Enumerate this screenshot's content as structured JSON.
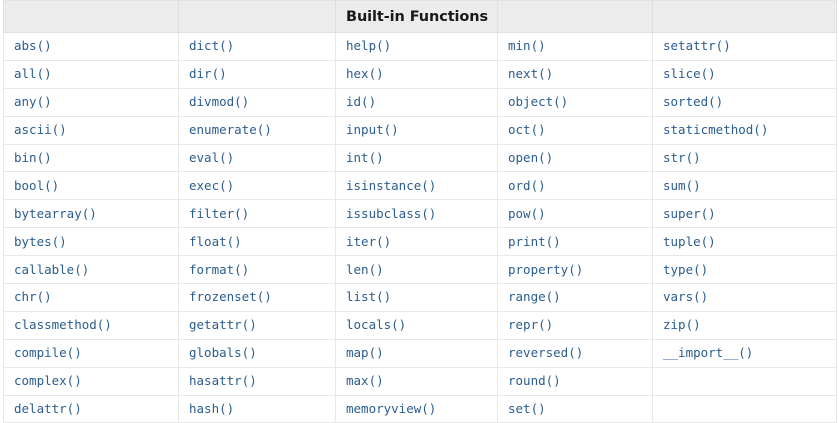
{
  "table": {
    "header": {
      "title": "Built-in Functions",
      "title_column_index": 2,
      "columns": [
        "",
        "",
        "Built-in Functions",
        "",
        ""
      ]
    },
    "link_color": "#2a5d8f",
    "header_background": "#ececec",
    "border_color": "#e8e8e8",
    "rows": [
      [
        "abs()",
        "dict()",
        "help()",
        "min()",
        "setattr()"
      ],
      [
        "all()",
        "dir()",
        "hex()",
        "next()",
        "slice()"
      ],
      [
        "any()",
        "divmod()",
        "id()",
        "object()",
        "sorted()"
      ],
      [
        "ascii()",
        "enumerate()",
        "input()",
        "oct()",
        "staticmethod()"
      ],
      [
        "bin()",
        "eval()",
        "int()",
        "open()",
        "str()"
      ],
      [
        "bool()",
        "exec()",
        "isinstance()",
        "ord()",
        "sum()"
      ],
      [
        "bytearray()",
        "filter()",
        "issubclass()",
        "pow()",
        "super()"
      ],
      [
        "bytes()",
        "float()",
        "iter()",
        "print()",
        "tuple()"
      ],
      [
        "callable()",
        "format()",
        "len()",
        "property()",
        "type()"
      ],
      [
        "chr()",
        "frozenset()",
        "list()",
        "range()",
        "vars()"
      ],
      [
        "classmethod()",
        "getattr()",
        "locals()",
        "repr()",
        "zip()"
      ],
      [
        "compile()",
        "globals()",
        "map()",
        "reversed()",
        "__import__()"
      ],
      [
        "complex()",
        "hasattr()",
        "max()",
        "round()",
        ""
      ],
      [
        "delattr()",
        "hash()",
        "memoryview()",
        "set()",
        ""
      ]
    ]
  }
}
